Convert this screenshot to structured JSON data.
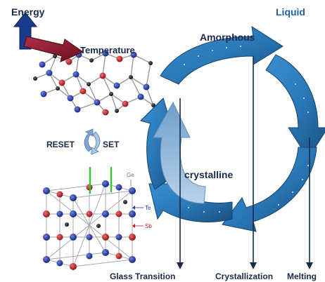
{
  "labels": {
    "energy": "Energy",
    "temperature": "Temperature",
    "liquid": "Liquid",
    "amorphous": "Amorphous",
    "crystalline": "crystalline",
    "reset": "RESET",
    "set": "SET",
    "ge": "Ge",
    "te": "Te",
    "sb": "Sb",
    "glass_transition": "Glass Transition",
    "crystallization": "Crystallization",
    "melting": "Melting"
  },
  "colors": {
    "cycle_arrow": "#2a79b8",
    "cycle_arrow_dark": "#1a4f80",
    "crystalline_arrow": "#8fb4d6",
    "energy_arrow": "#1a3a8c",
    "temperature_arrow": "#8a1a2c",
    "atom_blue": "#1d2fa0",
    "atom_red": "#c81e1e",
    "atom_black": "#151515",
    "bond_gray": "#9a9a9a",
    "highlight_green": "#22cc22",
    "text_dark": "#1b2a4a"
  }
}
